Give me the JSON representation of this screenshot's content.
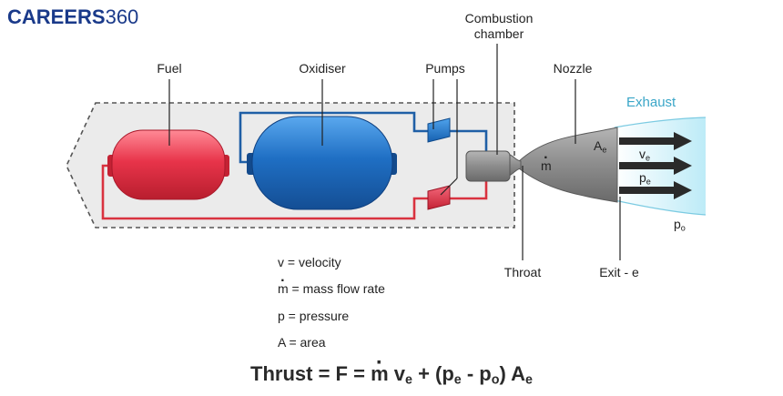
{
  "logo": {
    "bold": "CAREERS",
    "num": "360"
  },
  "labels": {
    "fuel": "Fuel",
    "oxidiser": "Oxidiser",
    "pumps": "Pumps",
    "combustion_line1": "Combustion",
    "combustion_line2": "chamber",
    "nozzle": "Nozzle",
    "exhaust": "Exhaust",
    "throat": "Throat",
    "exit": "Exit - e",
    "mdot": "m",
    "area_exit": "A",
    "area_exit_sub": "e",
    "ve": "v",
    "ve_sub": "e",
    "pe": "p",
    "pe_sub": "e",
    "po": "p",
    "po_sub": "o"
  },
  "legend": {
    "v": "v = velocity",
    "m_symbol": "m",
    "m_rest": " = mass flow rate",
    "p": "p = pressure",
    "a": "A = area"
  },
  "formula": {
    "prefix": "Thrust = F = ",
    "m": "m",
    "v": " v",
    "v_sub": "e",
    "plus": " + (p",
    "pe_sub": "e",
    "minus": " - p",
    "po_sub": "o",
    "close": ") A",
    "a_sub": "e"
  },
  "colors": {
    "fuel": "#e63347",
    "oxidiser": "#1f6fc4",
    "pump": "#1d7fd6",
    "fuel_line": "#d9323f",
    "ox_line": "#1f5fa6",
    "nozzle": "#8a8a8a",
    "body_fill": "#ebebeb",
    "exhaust": "#c8eef8"
  }
}
